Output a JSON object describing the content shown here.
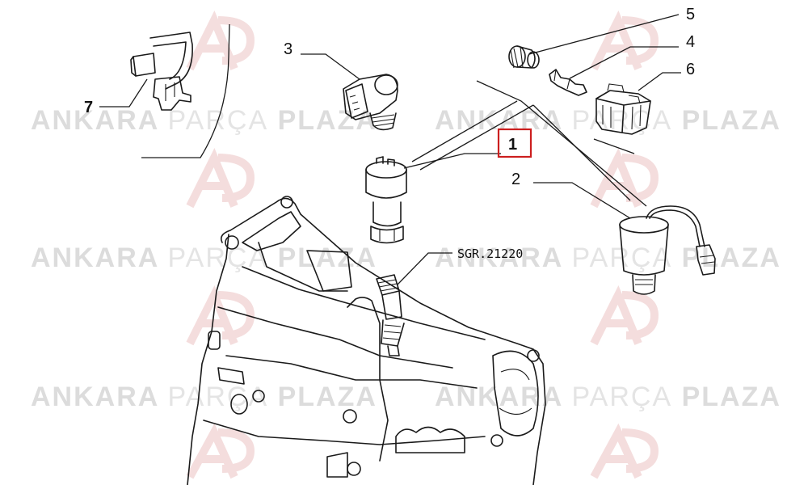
{
  "callouts": {
    "c1": "1",
    "c2": "2",
    "c3": "3",
    "c4": "4",
    "c5": "5",
    "c6": "6",
    "c7": "7"
  },
  "reference_label": "SGR.21220",
  "highlight_color": "#cc1f1f",
  "watermark": {
    "word1": "ANKARA",
    "word2": "PARÇA",
    "word3": "PLAZA",
    "logo_color": "#f2dede"
  }
}
